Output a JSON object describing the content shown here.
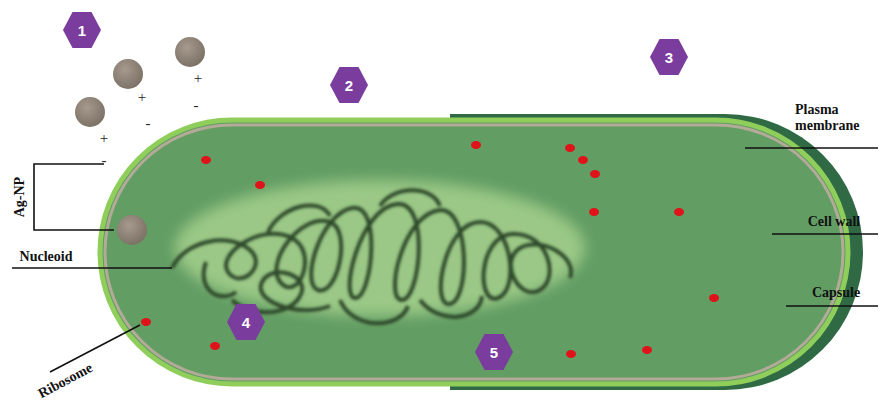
{
  "diagram": {
    "nodes": [
      {
        "text": [
          "1"
        ]
      },
      {
        "text": [
          "2"
        ]
      },
      {
        "text": [
          "3"
        ]
      },
      {
        "text": [
          "4"
        ]
      },
      {
        "text": [
          "5"
        ]
      }
    ],
    "labels": [
      "Ag-NP",
      "Nucleoid",
      "Ribosome",
      "Plasma membrane",
      "Cell wall",
      "Capsule",
      "+",
      "+",
      "+",
      "-",
      "-",
      "-"
    ]
  }
}
